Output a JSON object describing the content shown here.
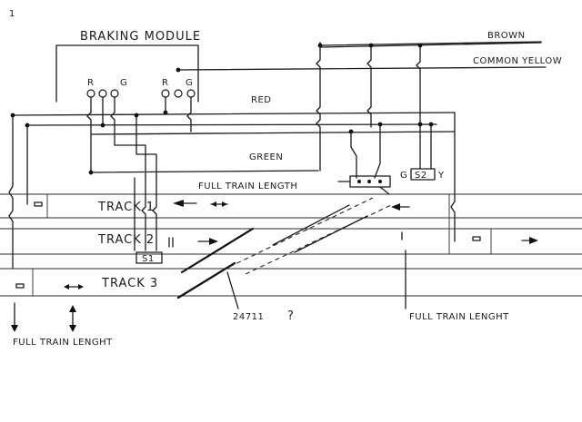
{
  "page_number": "1",
  "labels": {
    "braking_module": "BRAKING MODULE",
    "brown": "BROWN",
    "common_yellow": "COMMON YELLOW",
    "red": "RED",
    "green": "GREEN",
    "full_train_length_top": "FULL TRAIN LENGTH",
    "full_train_length_bottom_left": "FULL TRAIN LENGHT",
    "full_train_length_bottom_right": "FULL TRAIN LENGHT",
    "part_number": "24711",
    "question_mark": "?",
    "track1": "TRACK 1",
    "track2": "TRACK 2",
    "track3": "TRACK 3",
    "s1": "S1",
    "s2": "S2",
    "term_r1": "R",
    "term_g1": "G",
    "term_r2": "R",
    "term_g2": "G",
    "s2_g": "G",
    "s2_y": "Y"
  }
}
